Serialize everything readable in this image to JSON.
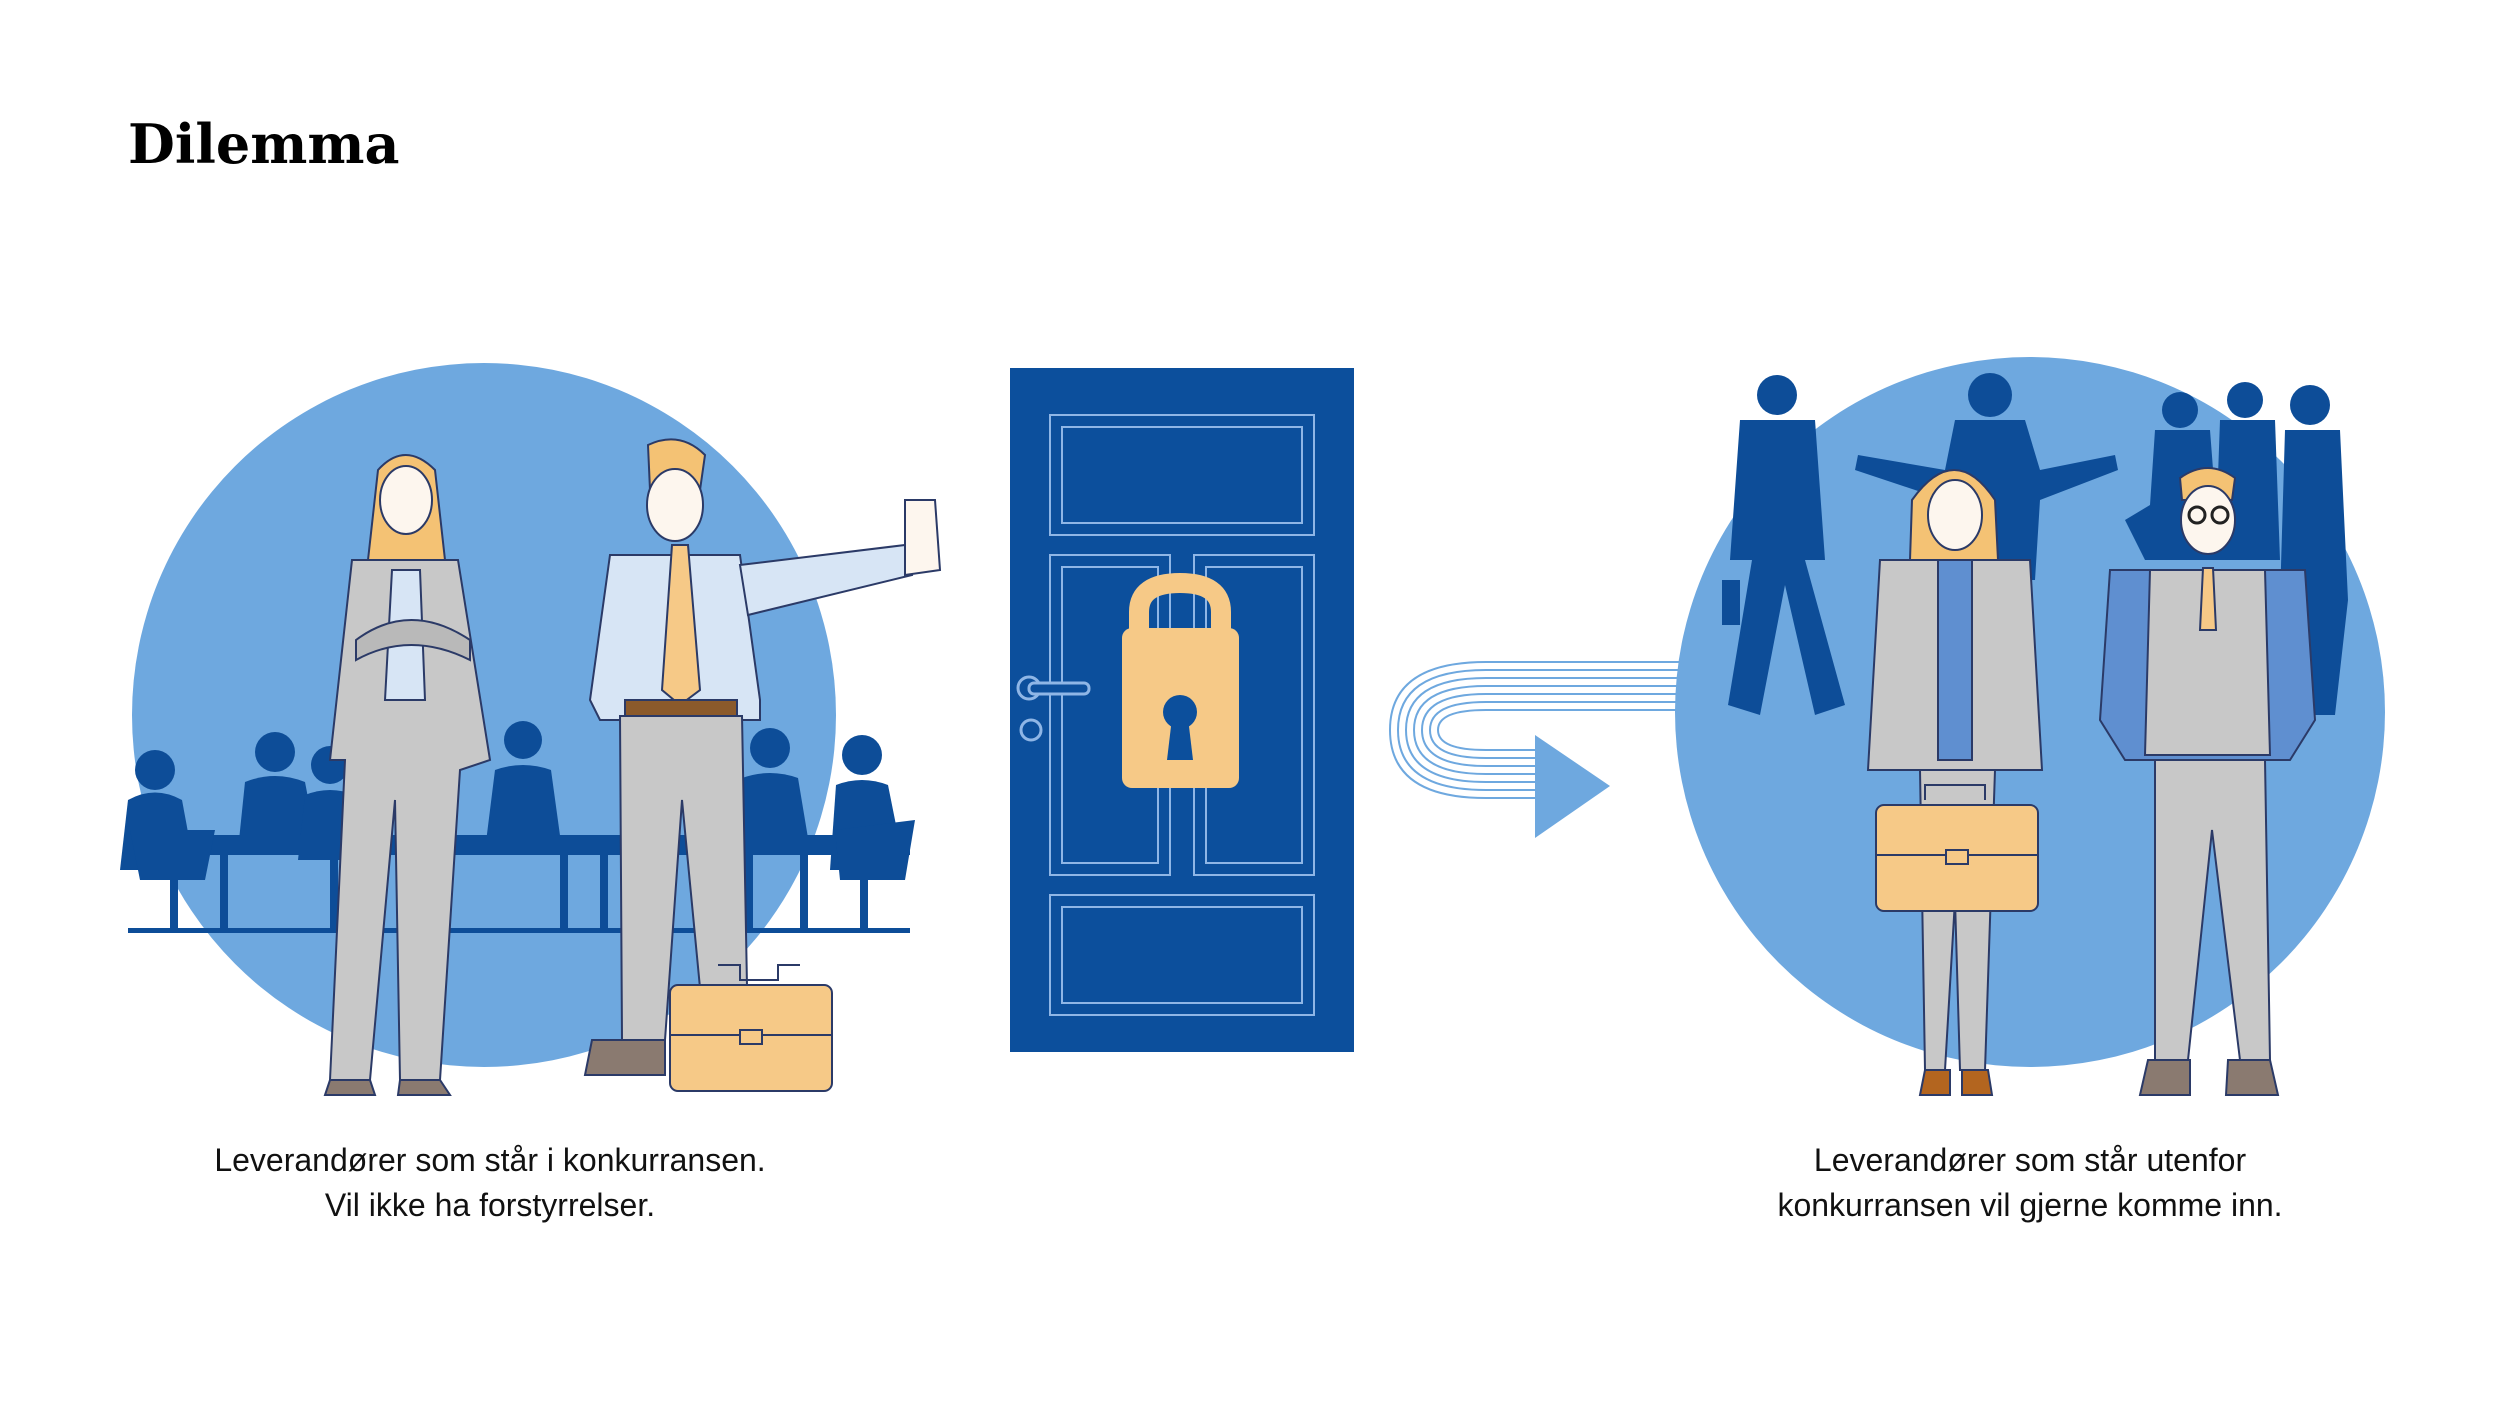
{
  "slide": {
    "title": "Dilemma",
    "left_caption": {
      "line1": "Leverandører som står i konkurransen.",
      "line2": "Vil ikke ha forstyrrelser."
    },
    "right_caption": {
      "line1": "Leverandører som står utenfor",
      "line2": "konkurransen vil gjerne komme inn."
    }
  },
  "colors": {
    "circle": "#6ea8df",
    "navy": "#0d4d98",
    "door": "#0c4f9c",
    "lock": "#f6c987",
    "suit": "#c8c8c8",
    "shirt": "#d7e5f5",
    "arrow": "#6ea8df"
  }
}
